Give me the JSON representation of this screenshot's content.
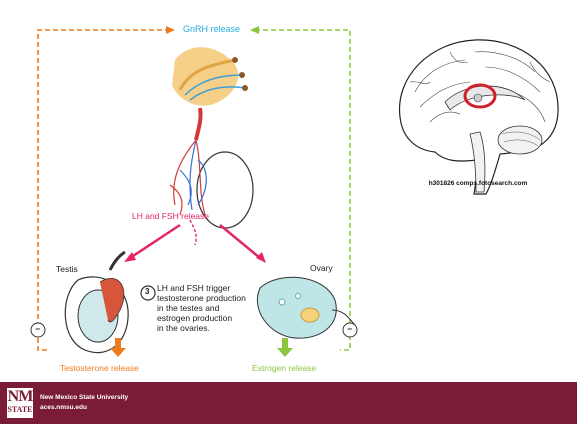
{
  "diagram": {
    "gnrh_label": "GnRH release",
    "lh_fsh_label": "LH and FSH release",
    "testis_label": "Testis",
    "ovary_label": "Ovary",
    "step_number": "3",
    "step_text_lines": [
      "LH and FSH trigger",
      "testosterone production",
      "in the testes and",
      "estrogen production",
      "in the ovaries."
    ],
    "testosterone_label": "Testosterone release",
    "estrogen_label": "Estrogen release",
    "inhibit_symbol": "−",
    "colors": {
      "male_path": "#f07b1c",
      "female_path": "#8cc63f",
      "lh_fsh": "#e5246b",
      "gnrh_text": "#27aee0"
    }
  },
  "brain": {
    "credit": "h301826 comps.fotosearch.com",
    "highlight_color": "#d0202a"
  },
  "footer": {
    "logo_top": "NM",
    "logo_bottom": "STATE",
    "university": "New Mexico State University",
    "url": "aces.nmsu.edu",
    "color": "#7a1c35"
  }
}
